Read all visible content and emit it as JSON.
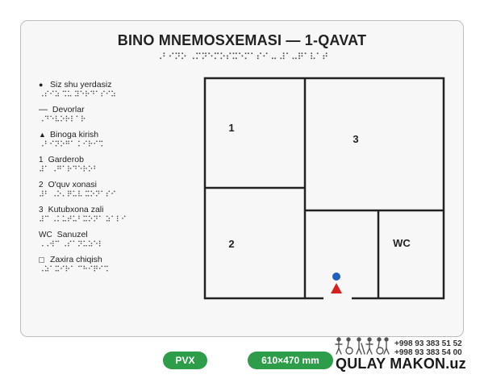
{
  "header": {
    "title": "BINO MNEMOSXEMASI — 1-QAVAT",
    "title_braille": "⠠⠃⠊⠝⠕ ⠠⠍⠝⠑⠍⠕⠎⠭⠑⠍⠁⠎⠊ ⠤ ⠼⠁⠤⠟⠁⠧⠁⠞"
  },
  "legend": {
    "items": [
      {
        "symbol": "●",
        "label": "Siz shu yerdasiz",
        "braille": "⠠⠎⠊⠵ ⠩⠥ ⠽⠑⠗⠙⠁⠎⠊⠵"
      },
      {
        "symbol": "—",
        "label": "Devorlar",
        "braille": "⠠⠙⠑⠧⠕⠗⠇⠁⠗"
      },
      {
        "symbol": "▲",
        "label": "Binoga kirish",
        "braille": "⠠⠃⠊⠝⠕⠛⠁ ⠅⠊⠗⠊⠩"
      },
      {
        "symbol": "1",
        "label": "Garderob",
        "braille": "⠼⠁ ⠠⠛⠁⠗⠙⠑⠗⠕⠃"
      },
      {
        "symbol": "2",
        "label": "O'quv xonasi",
        "braille": "⠼⠃ ⠠⠕⠄⠟⠥⠧ ⠭⠕⠝⠁⠎⠊"
      },
      {
        "symbol": "3",
        "label": "Kutubxona zali",
        "braille": "⠼⠉ ⠠⠅⠥⠞⠥⠃⠭⠕⠝⠁ ⠵⠁⠇⠊"
      },
      {
        "symbol": "WC",
        "label": "Sanuzel",
        "braille": "⠠⠠⠺⠉ ⠠⠎⠁⠝⠥⠵⠑⠇"
      },
      {
        "symbol": "",
        "label": "Zaxira chiqish",
        "braille": "⠠⠵⠁⠭⠊⠗⠁ ⠉⠓⠊⠟⠊⠩"
      }
    ]
  },
  "plan": {
    "rooms": [
      {
        "id": "1",
        "label": "1"
      },
      {
        "id": "3",
        "label": "3"
      },
      {
        "id": "2",
        "label": "2"
      },
      {
        "id": "wc",
        "label": "WC"
      }
    ],
    "you_are_here_color": "#1f5fbf",
    "entrance_color": "#d62020"
  },
  "footer": {
    "material": "PVX",
    "size": "610×470 mm",
    "phone1": "+998 93 383 51 52",
    "phone2": "+998 93 383 54 00",
    "brand": "QULAY MAKON.uz",
    "accent": "#2e9d4a"
  }
}
